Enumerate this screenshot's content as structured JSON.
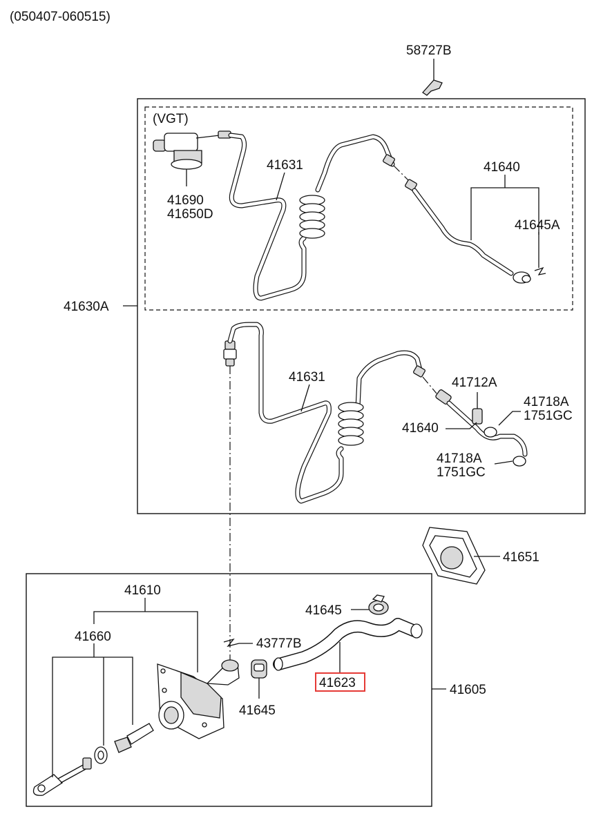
{
  "header": {
    "date_range": "(050407-060515)"
  },
  "variant_label": "(VGT)",
  "highlight_color": "#e53935",
  "callouts": {
    "p58727B": "58727B",
    "p41631_top": "41631",
    "p41640_top": "41640",
    "p41645A": "41645A",
    "p41690": "41690",
    "p41650D": "41650D",
    "p41630A": "41630A",
    "p41631_bottom": "41631",
    "p41712A": "41712A",
    "p41718A_a": "41718A",
    "p1751GC_a": "1751GC",
    "p41640_bottom": "41640",
    "p41718A_b": "41718A",
    "p1751GC_b": "1751GC",
    "p41651": "41651",
    "p41610": "41610",
    "p41660": "41660",
    "p41645_upper": "41645",
    "p43777B": "43777B",
    "p41623": "41623",
    "p41645_lower": "41645",
    "p41605": "41605"
  }
}
